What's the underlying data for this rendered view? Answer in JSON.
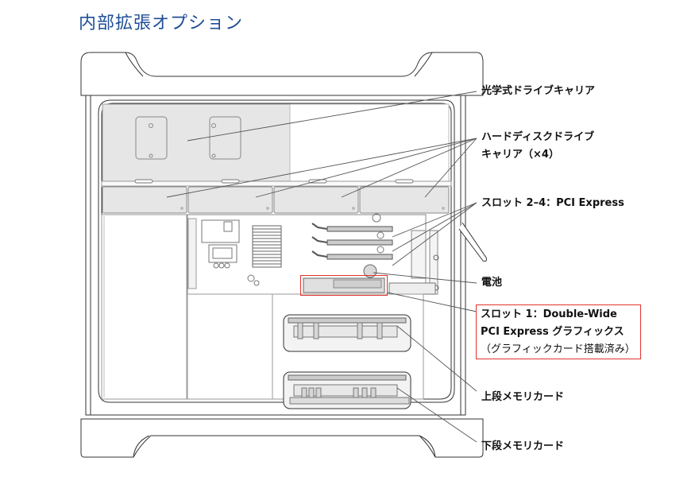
{
  "title": "内部拡張オプション",
  "accent_color": "#1f4e96",
  "highlight_color": "#e2332e",
  "labels": {
    "optical": "光学式ドライブキャリア",
    "hdd_line1": "ハードディスクドライブ",
    "hdd_line2": "キャリア（×4）",
    "slots": "スロット 2–4：PCI Express",
    "battery": "電池",
    "slot1_line1": "スロット 1：Double-Wide",
    "slot1_line2": "PCI Express グラフィックス",
    "slot1_line3": "（グラフィックカード搭載済み）",
    "upper_memory": "上段メモリカード",
    "lower_memory": "下段メモリカード"
  }
}
